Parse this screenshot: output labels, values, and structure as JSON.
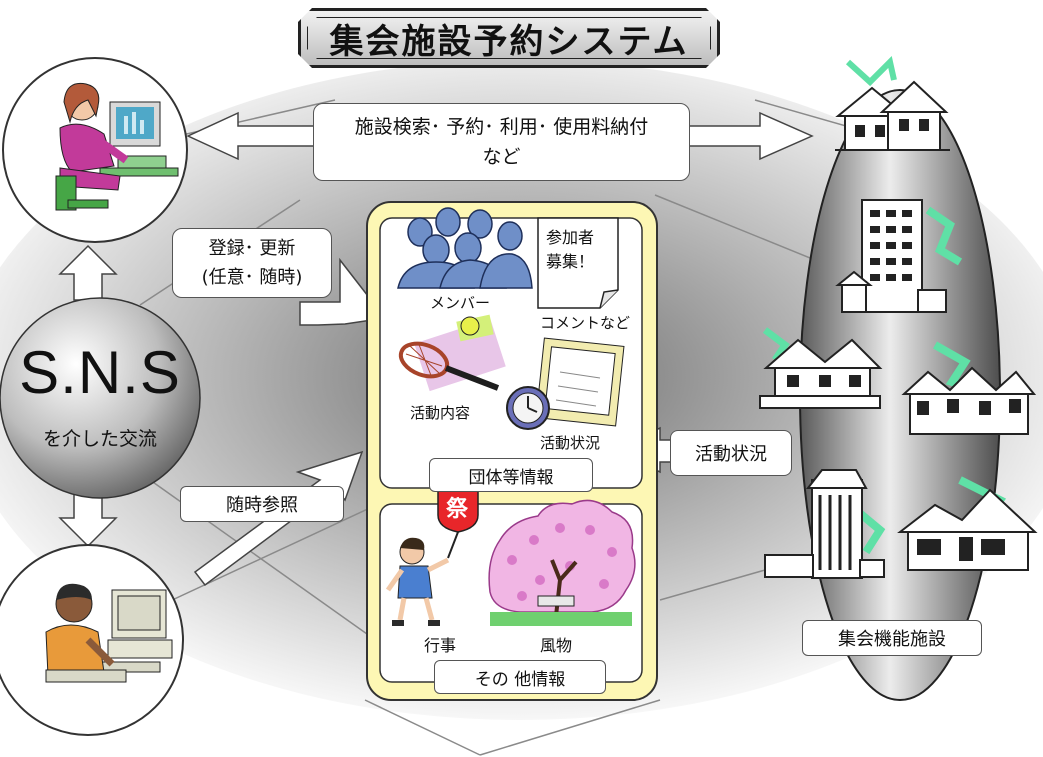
{
  "title": "集会施設予約システム",
  "labels": {
    "top_line1": "施設検索･ 予約･ 利用･ 使用料納付",
    "top_line2": "など",
    "register_line1": "登録･ 更新",
    "register_line2": "(任意･ 随時)",
    "browse": "随時参照",
    "activity_status": "活動状況",
    "facility": "集会機能施設",
    "group_info": "団体等情報",
    "other_info": "その 他情報"
  },
  "sns": {
    "big": "S.N.S",
    "small": "を介した交流"
  },
  "panel": {
    "members": "メンバー",
    "note_line1": "参加者",
    "note_line2": "募集！",
    "comment": "コメントなど",
    "activity_content": "活動内容",
    "activity_status_small": "活動状況",
    "event": "行事",
    "scenery": "風物",
    "festival": "祭"
  },
  "icons": [
    "woman-computer-icon",
    "boy-computer-icon",
    "houses-icon",
    "apartment-building-icon",
    "townhouses-icon",
    "office-building-icon",
    "people-group-icon",
    "tennis-icon",
    "clock-icon",
    "calendar-icon",
    "boy-fan-icon",
    "cherry-tree-icon"
  ]
}
